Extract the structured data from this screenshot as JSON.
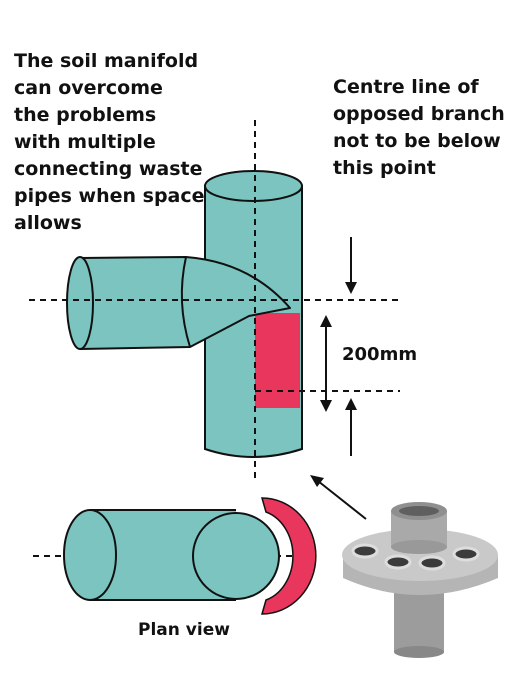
{
  "captions": {
    "left": [
      "The soil manifold",
      "can overcome",
      "the problems",
      "with multiple",
      "connecting waste",
      "pipes when space",
      "allows"
    ],
    "right": [
      "Centre line of",
      "opposed branch",
      "not to be below",
      "this point"
    ]
  },
  "dimension": {
    "label": "200mm"
  },
  "plan_view": {
    "label": "Plan view"
  },
  "colors": {
    "pipe_fill": "#7bc4c0",
    "outline": "#111111",
    "highlight": "#e8365c",
    "manifold_grey": "#a8a8a8"
  }
}
